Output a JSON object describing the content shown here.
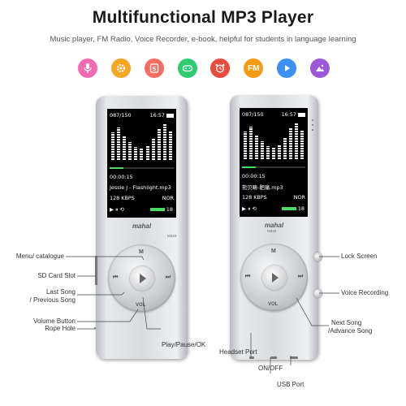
{
  "title": "Multifunctional MP3 Player",
  "subtitle": "Music player,  FM Radio,   Voice Recorder,  e-book,   helpful for students in language learning",
  "feature_icons": [
    {
      "name": "microphone-icon",
      "color": "#f06bb2",
      "glyph": "🎙"
    },
    {
      "name": "gear-icon",
      "color": "#f5a623",
      "glyph": "⚙"
    },
    {
      "name": "ebook-icon",
      "color": "#f26d62",
      "glyph": "⟲"
    },
    {
      "name": "gamepad-icon",
      "color": "#2ecc71",
      "glyph": "⌘"
    },
    {
      "name": "alarm-clock-icon",
      "color": "#e84c3d",
      "glyph": "⏰"
    },
    {
      "name": "fm-radio-icon",
      "color": "#f39c12",
      "glyph": "FM"
    },
    {
      "name": "play-icon",
      "color": "#3b8ff5",
      "glyph": "▶"
    },
    {
      "name": "photo-icon",
      "color": "#9b59d6",
      "glyph": "▲"
    }
  ],
  "player_left": {
    "track_count": "087/150",
    "time": "16:57",
    "elapsed": "00:00:15",
    "song": "Jessie J - Flashlight.mp3",
    "bitrate": "128  KBPS",
    "mode": "NOR",
    "volume": "18",
    "brand": "mahal",
    "model": "M320",
    "progress": 0.22
  },
  "player_right": {
    "track_count": "087/150",
    "time": "16:57",
    "elapsed": "00:00:15",
    "song": "熊贝畴-肥痛.mp3",
    "bitrate": "128  KBPS",
    "mode": "NOR",
    "volume": "18",
    "brand": "mahal",
    "model": "M320",
    "progress": 0.22
  },
  "labels": {
    "menu": "Menu/ catalogue",
    "sd": "SD Card Slot",
    "last_song_1": "Last Song",
    "last_song_2": "/ Previous Song",
    "volume": "Volume Button",
    "rope": "Rope Hole",
    "play": "Play/Pause/OK",
    "headset": "Headset Port",
    "onoff": "ON/OFF",
    "usb": "USB Port",
    "lock": "Lock Screen",
    "voice": "Voice Recording",
    "next_1": "Next Song",
    "next_2": "/Advance Song"
  }
}
